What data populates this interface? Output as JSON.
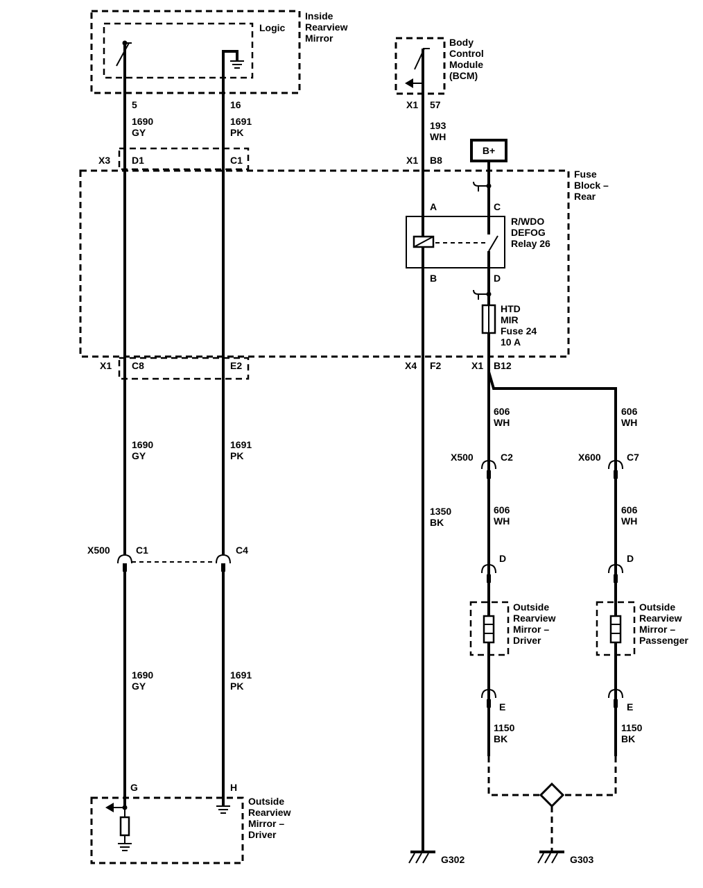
{
  "components": {
    "inside_mirror": {
      "lines": [
        "Inside",
        "Rearview",
        "Mirror"
      ]
    },
    "logic": "Logic",
    "bcm": {
      "lines": [
        "Body",
        "Control",
        "Module",
        "(BCM)"
      ]
    },
    "fuse_block": {
      "lines": [
        "Fuse",
        "Block –",
        "Rear"
      ]
    },
    "battery": "B+",
    "relay": {
      "lines": [
        "R/WDO",
        "DEFOG",
        "Relay 26"
      ]
    },
    "fuse": {
      "lines": [
        "HTD",
        "MIR",
        "Fuse 24",
        "10 A"
      ]
    },
    "mirror_driver_heater": {
      "lines": [
        "Outside",
        "Rearview",
        "Mirror –",
        "Driver"
      ]
    },
    "mirror_passenger_heater": {
      "lines": [
        "Outside",
        "Rearview",
        "Mirror –",
        "Passenger"
      ]
    },
    "mirror_driver_bottom": {
      "lines": [
        "Outside",
        "Rearview",
        "Mirror –",
        "Driver"
      ]
    },
    "grounds": [
      "G302",
      "G303"
    ]
  },
  "pins": {
    "inside_mirror": [
      "5",
      "16"
    ],
    "bcm": [
      "X1",
      "57"
    ],
    "fuse_block_top": [
      "X3",
      "D1",
      "C1",
      "X1",
      "B8"
    ],
    "relay": [
      "A",
      "C",
      "B",
      "D"
    ],
    "fuse_block_bottom": [
      "X1",
      "C8",
      "E2",
      "X4",
      "F2",
      "X1",
      "B12"
    ],
    "x500_left": [
      "X500",
      "C1",
      "C4"
    ],
    "x500_right": [
      "X500",
      "C2"
    ],
    "x600": [
      "X600",
      "C7"
    ],
    "heater_in": [
      "D",
      "D"
    ],
    "heater_out": [
      "E",
      "E"
    ],
    "mirror_bottom": [
      "G",
      "H"
    ]
  },
  "wires": {
    "gy_top": [
      "1690",
      "GY"
    ],
    "pk_top": [
      "1691",
      "PK"
    ],
    "wh_193": [
      "193",
      "WH"
    ],
    "gy_mid": [
      "1690",
      "GY"
    ],
    "pk_mid": [
      "1691",
      "PK"
    ],
    "gy_bot": [
      "1690",
      "GY"
    ],
    "pk_bot": [
      "1691",
      "PK"
    ],
    "bk_1350": [
      "1350",
      "BK"
    ],
    "wh_606_a": [
      "606",
      "WH"
    ],
    "wh_606_b": [
      "606",
      "WH"
    ],
    "wh_606_c": [
      "606",
      "WH"
    ],
    "wh_606_d": [
      "606",
      "WH"
    ],
    "bk_1150_a": [
      "1150",
      "BK"
    ],
    "bk_1150_b": [
      "1150",
      "BK"
    ]
  }
}
